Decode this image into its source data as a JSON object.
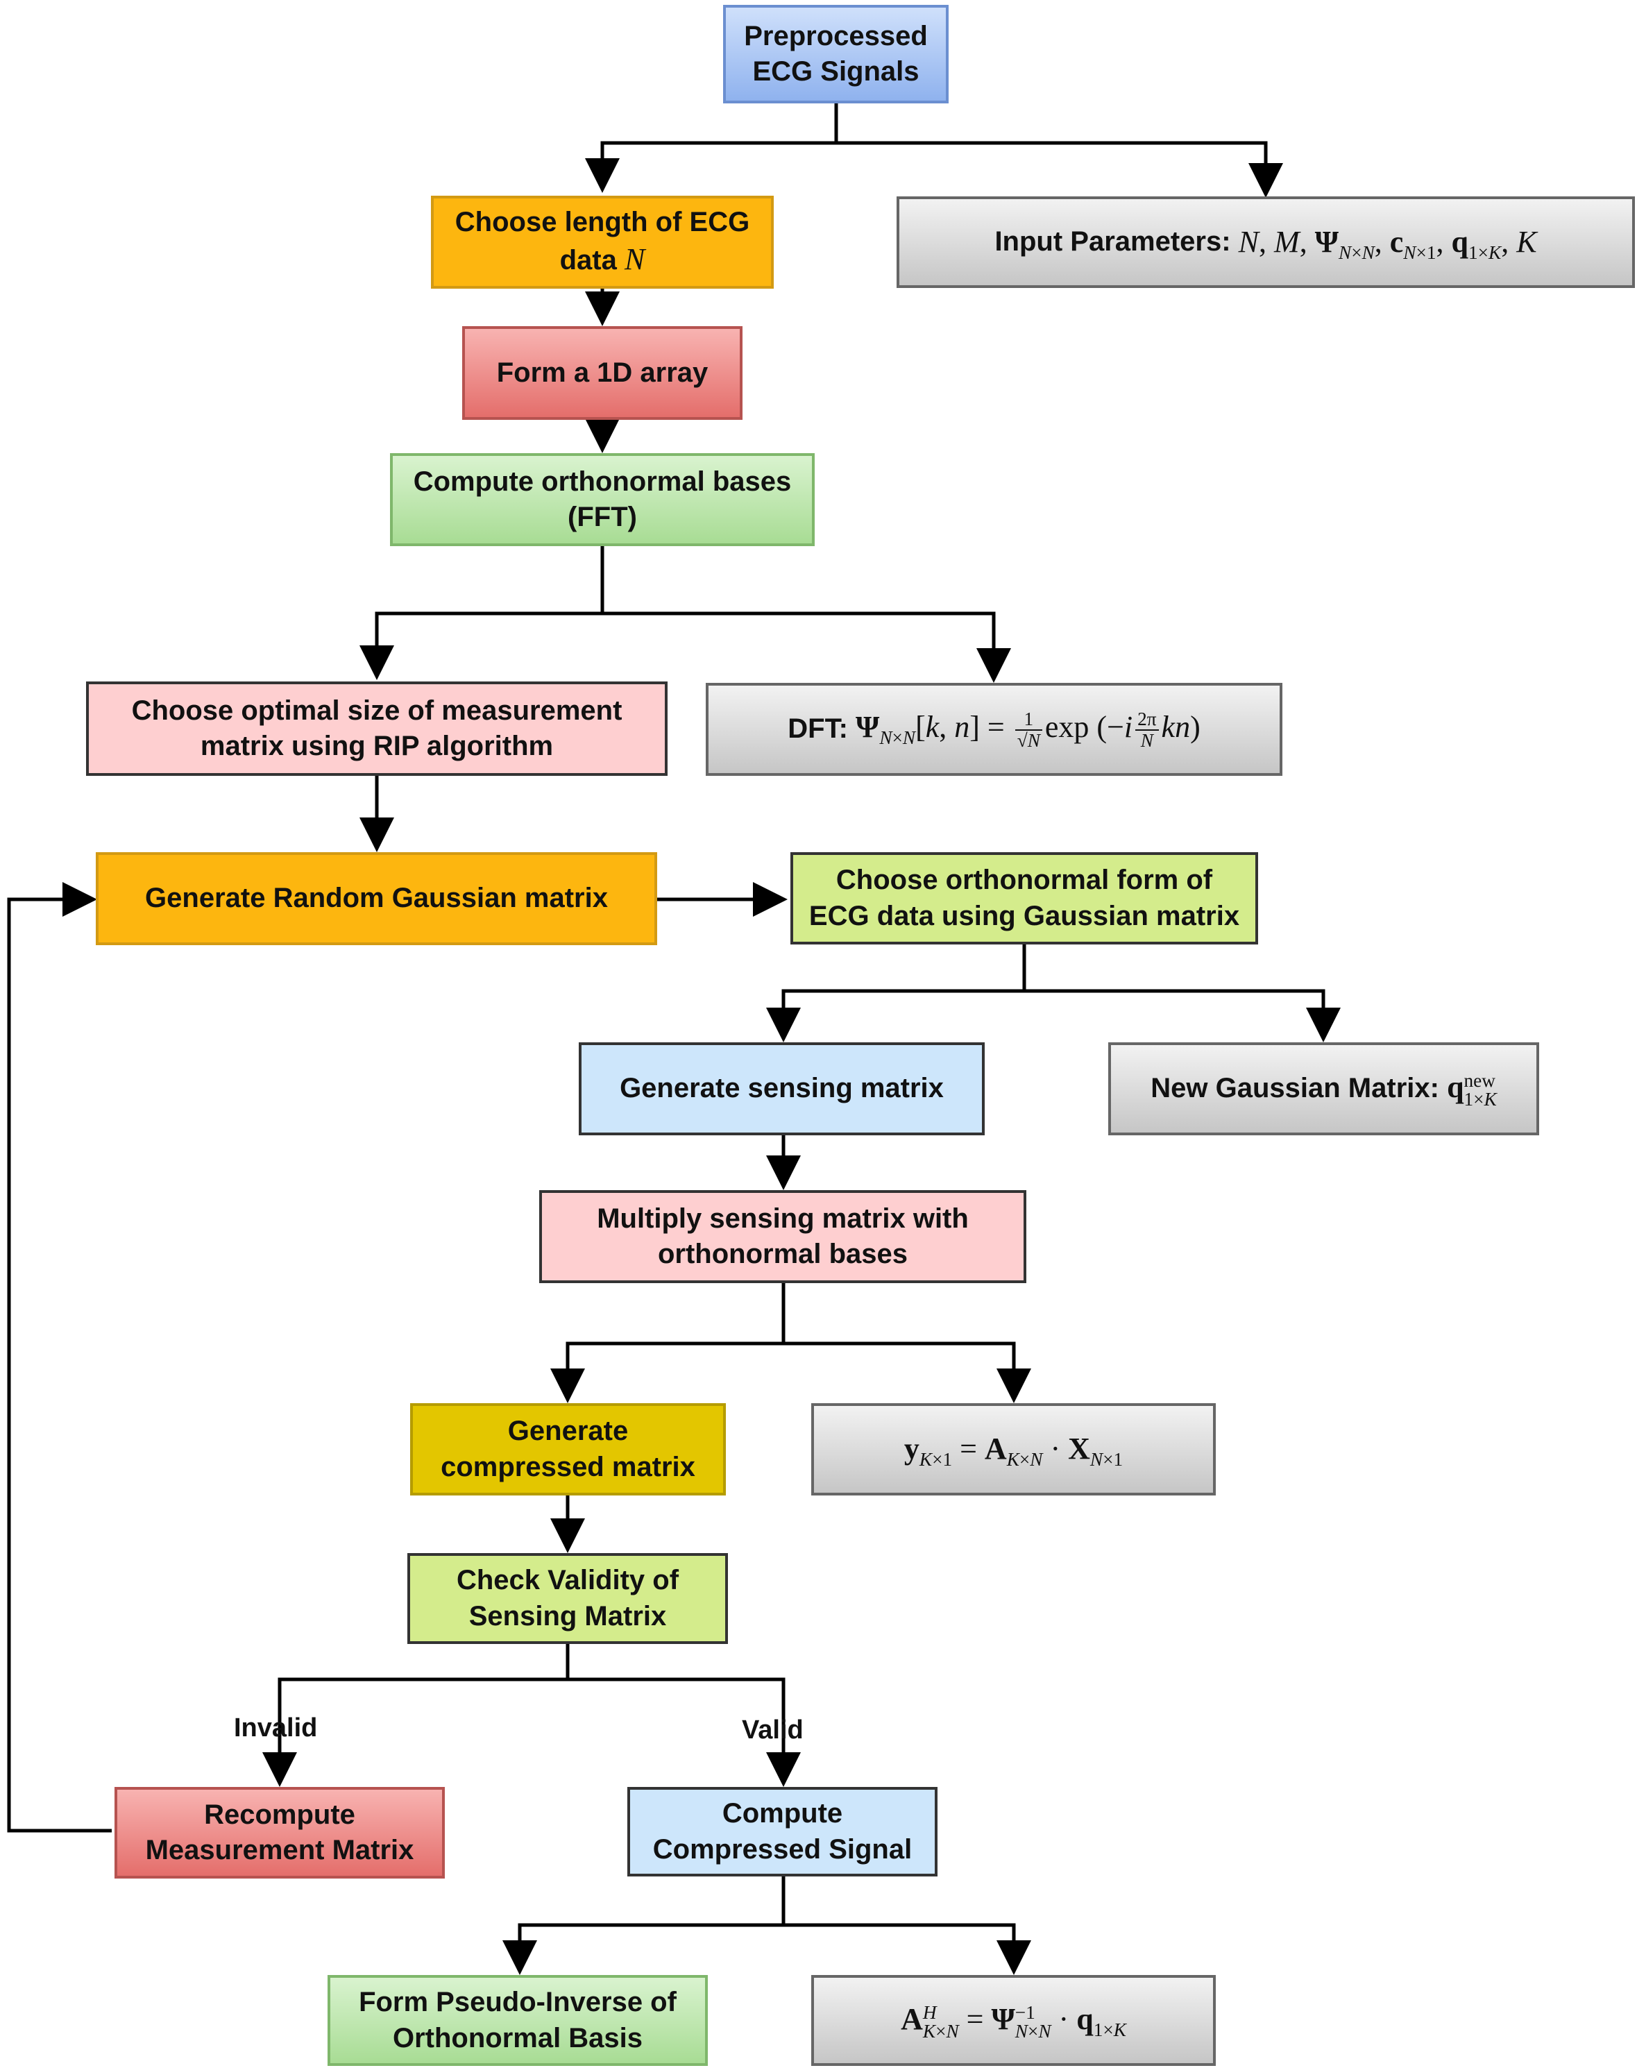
{
  "nodes": {
    "preprocessed": [
      "Preprocessed",
      "ECG Signals"
    ],
    "choose_length": [
      "Choose length of ECG",
      "data"
    ],
    "input_params_label": "Input Parameters:",
    "form_1d": "Form a 1D array",
    "compute_bases": [
      "Compute orthonormal bases",
      "(FFT)"
    ],
    "choose_optimal": [
      "Choose optimal size of measurement",
      "matrix using RIP algorithm"
    ],
    "dft_label": "DFT:",
    "generate_gaussian": "Generate Random Gaussian matrix",
    "choose_orthonormal": [
      "Choose orthonormal form of",
      "ECG data using Gaussian matrix"
    ],
    "generate_sensing": "Generate sensing matrix",
    "new_gaussian_label": "New Gaussian Matrix:",
    "multiply": [
      "Multiply sensing matrix with",
      "orthonormal bases"
    ],
    "generate_compressed": [
      "Generate",
      "compressed matrix"
    ],
    "check_validity": [
      "Check Validity of",
      "Sensing Matrix"
    ],
    "recompute": [
      "Recompute",
      "Measurement Matrix"
    ],
    "compute_signal": [
      "Compute",
      "Compressed Signal"
    ],
    "pseudo_inverse": [
      "Form Pseudo-Inverse of",
      "Orthonormal Basis"
    ]
  },
  "edge_labels": {
    "invalid": "Invalid",
    "valid": "Valid"
  }
}
